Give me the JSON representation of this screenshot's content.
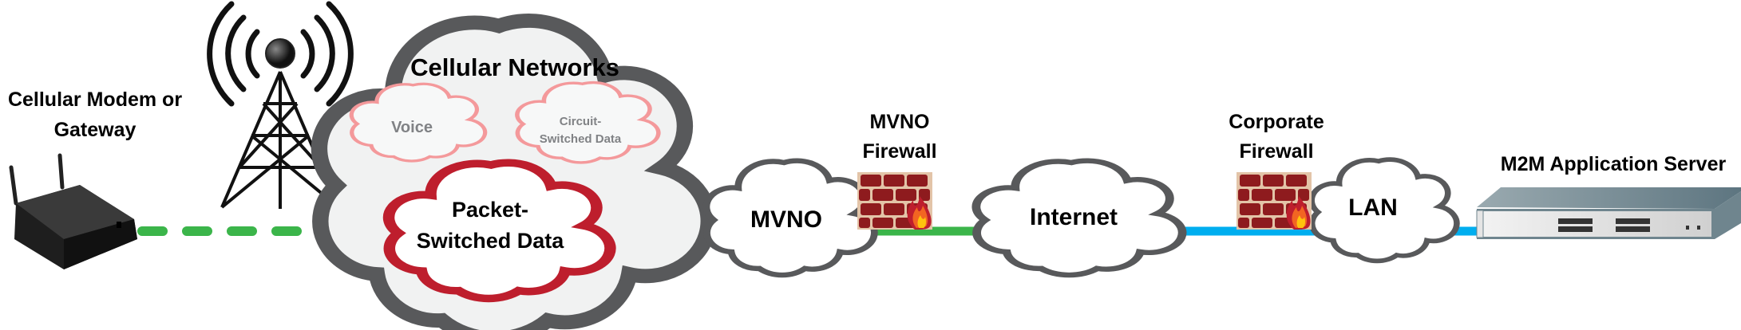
{
  "labels": {
    "modem_line1": "Cellular Modem or",
    "modem_line2": "Gateway",
    "cellular_networks": "Cellular Networks",
    "voice": "Voice",
    "circuit_line1": "Circuit-",
    "circuit_line2": "Switched Data",
    "packet_line1": "Packet-",
    "packet_line2": "Switched Data",
    "mvno": "MVNO",
    "mvno_fw_line1": "MVNO",
    "mvno_fw_line2": "Firewall",
    "internet": "Internet",
    "corp_fw_line1": "Corporate",
    "corp_fw_line2": "Firewall",
    "lan": "LAN",
    "server": "M2M Application Server"
  },
  "colors": {
    "wireless_link": "#3bb54a",
    "carrier_link": "#3bb54a",
    "corporate_link": "#00aeef",
    "packet_cloud": "#be1e2d",
    "faded_cloud": "#f4999b",
    "cloud_outline": "#58595b",
    "brick": "#8e1b1e"
  },
  "icons": [
    "modem-icon",
    "cell-tower-icon",
    "firewall-icon",
    "server-switch-icon",
    "cloud-icon"
  ]
}
